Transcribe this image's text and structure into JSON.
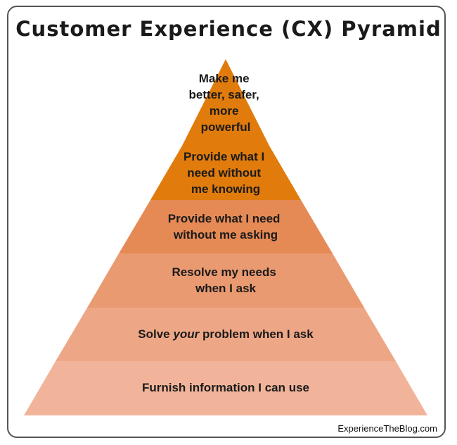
{
  "title": "Customer Experience (CX) Pyramid",
  "tiers": [
    {
      "lines": [
        "Make me",
        "better, safer,",
        "more",
        "powerful"
      ],
      "color": "#E07B0C"
    },
    {
      "lines": [
        "Provide what I",
        "need without",
        "me knowing"
      ],
      "color": "#E07B0C"
    },
    {
      "lines": [
        "Provide what I need",
        "without me asking"
      ],
      "color": "#E68A55"
    },
    {
      "lines": [
        "Resolve my needs",
        "when I ask"
      ],
      "color": "#EA9A70"
    },
    {
      "lines": [
        "Solve ",
        "your",
        " problem when I ask"
      ],
      "color": "#EEA786"
    },
    {
      "lines": [
        "Furnish information I can use"
      ],
      "color": "#F1B49A"
    }
  ],
  "credit": "ExperienceTheBlog.com"
}
